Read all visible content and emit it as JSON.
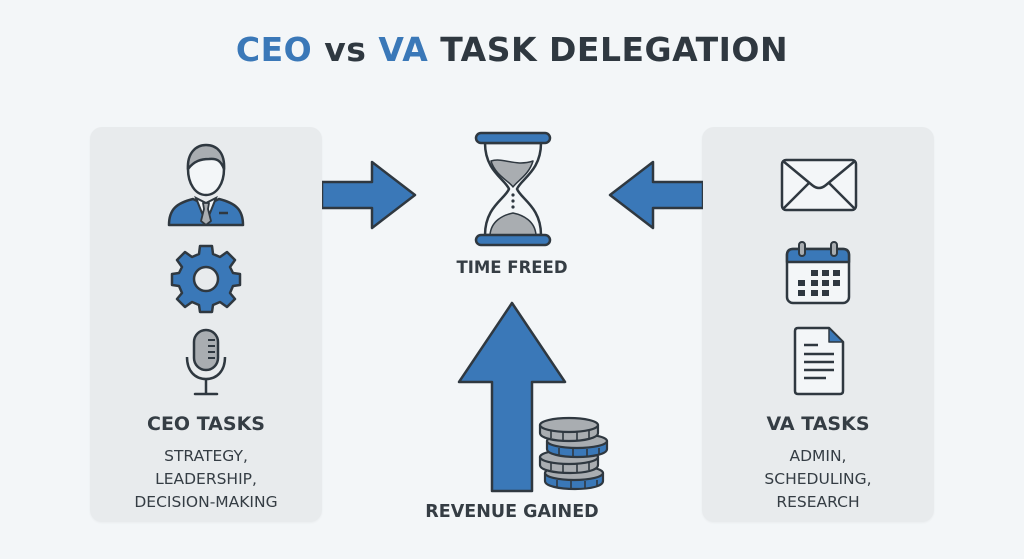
{
  "title": {
    "part1": "CEO",
    "part2": " vs ",
    "part3": "VA",
    "part4": " TASK DELEGATION"
  },
  "colors": {
    "accent_blue": "#3a78b8",
    "dark_text": "#2f3840",
    "panel_bg": "#e8ebed",
    "page_bg": "#f3f6f8",
    "icon_gray": "#a9adb1",
    "outline": "#2f3840"
  },
  "left_panel": {
    "icons": [
      "businessman-icon",
      "gear-icon",
      "microphone-icon"
    ],
    "heading": "CEO TASKS",
    "desc_lines": [
      "STRATEGY,",
      "LEADERSHIP,",
      "DECISION-MAKING"
    ]
  },
  "right_panel": {
    "icons": [
      "envelope-icon",
      "calendar-icon",
      "document-icon"
    ],
    "heading": "VA TASKS",
    "desc_lines": [
      "ADMIN,",
      "SCHEDULING,",
      "RESEARCH"
    ]
  },
  "center": {
    "top_icon": "hourglass-icon",
    "top_label": "TIME FREED",
    "bottom_icons": [
      "up-arrow-icon",
      "coin-stack-icon"
    ],
    "bottom_label": "REVENUE GAINED",
    "arrows": [
      "right-arrow-icon",
      "left-arrow-icon"
    ]
  }
}
